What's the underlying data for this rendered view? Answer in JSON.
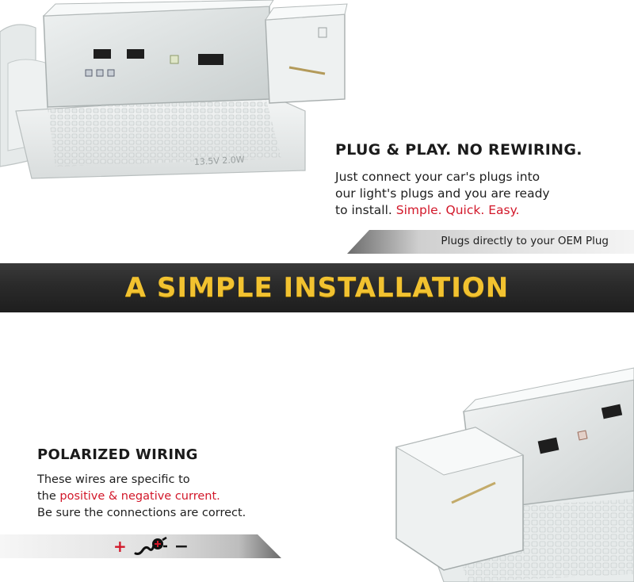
{
  "section_top": {
    "heading": "PLUG & PLAY. NO REWIRING.",
    "body_line1": "Just connect your car's plugs into",
    "body_line2": "our light's plugs and you are ready",
    "body_line3_prefix": "to install.",
    "body_line3_highlight": "Simple. Quick. Easy.",
    "strip_text": "Plugs directly to your OEM Plug",
    "lens_marking": "13.5V 2.0W",
    "highlight_color": "#d2182a"
  },
  "banner": {
    "title": "A SIMPLE INSTALLATION",
    "title_color": "#f2c230",
    "background_color": "#2a2a2a"
  },
  "section_bottom": {
    "heading": "POLARIZED WIRING",
    "body_line1": "These wires are specific to",
    "body_line2_prefix": "the",
    "body_line2_highlight": "positive & negative current.",
    "body_line3": "Be sure the connections are correct.",
    "polarity_plus": "+",
    "polarity_minus": "−",
    "polarity_icon": "plug-wire-icon"
  }
}
